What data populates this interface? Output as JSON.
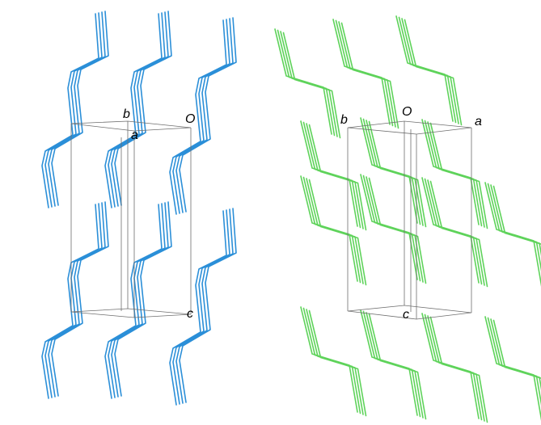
{
  "panels": [
    {
      "id": "left",
      "color": "#2b8fd8",
      "labels": {
        "origin": "O",
        "a": "a",
        "b": "b",
        "c": "c"
      }
    },
    {
      "id": "right",
      "color": "#5fd35b",
      "labels": {
        "origin": "O",
        "a": "a",
        "b": "b",
        "c": "c"
      }
    }
  ]
}
